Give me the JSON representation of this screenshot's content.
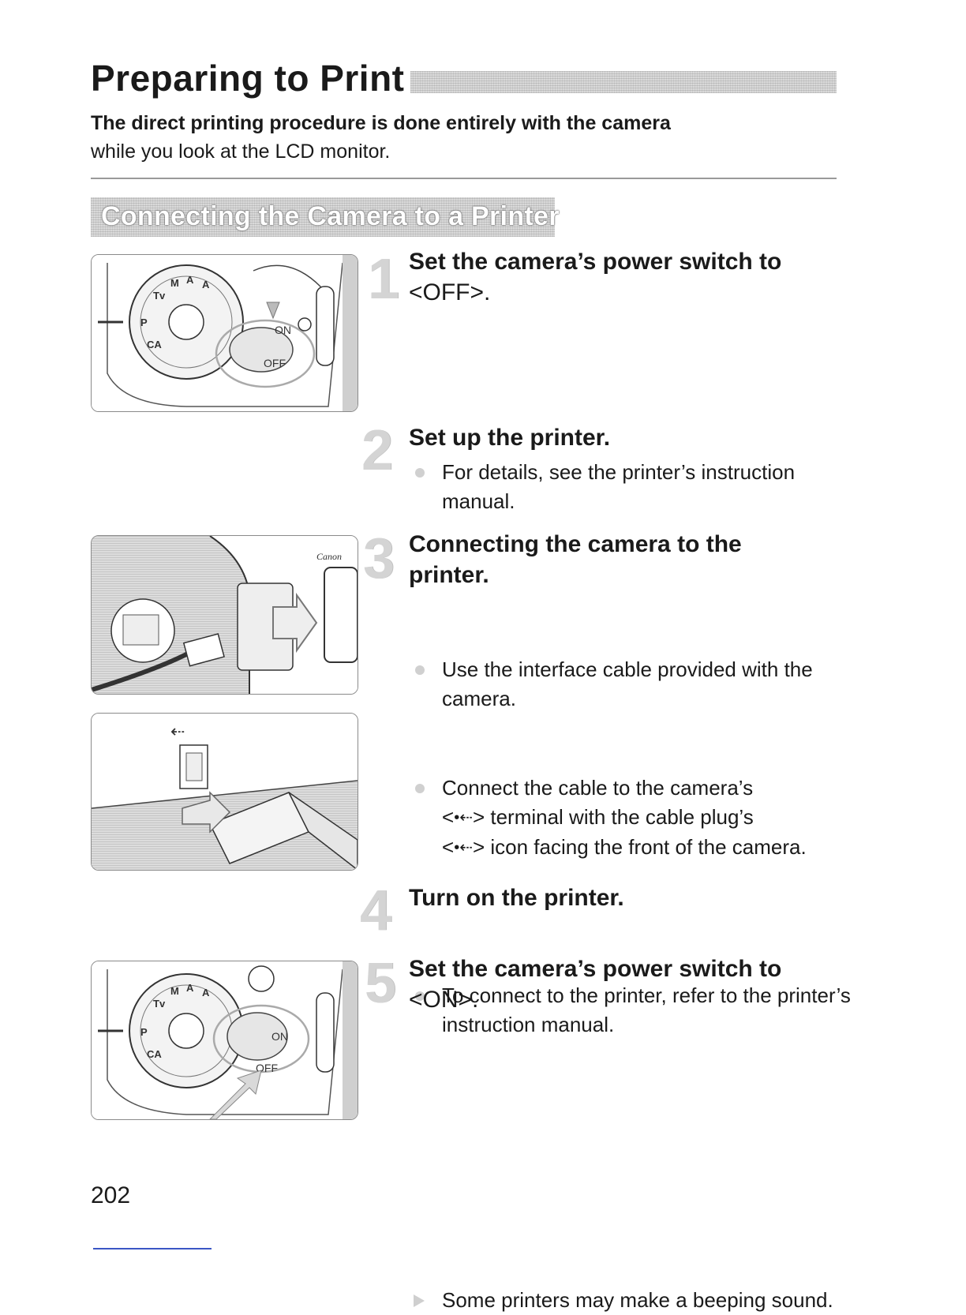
{
  "page": {
    "title": "Preparing to Print",
    "intro_bold": "The direct printing procedure is done entirely with the camera",
    "intro_regular": "while you look at the LCD monitor.",
    "section_title": "Connecting the Camera to a Printer",
    "page_number": "202"
  },
  "steps": [
    {
      "number": "1",
      "heading": "Set the camera’s power switch to",
      "heading_sub": "<OFF>."
    },
    {
      "number": "2",
      "heading": "Set up the printer.",
      "bullets": [
        "For details, see the printer’s instruction manual."
      ]
    },
    {
      "number": "3",
      "heading": "Connecting the camera to the printer.",
      "bullets": [
        "Use the interface cable provided with the camera.",
        "Connect the cable to the camera’s",
        "> terminal with the cable plug’s",
        "> icon facing the front of the camera.",
        "To connect to the printer, refer to the printer’s instruction manual."
      ]
    },
    {
      "number": "4",
      "heading": "Turn on the printer."
    },
    {
      "number": "5",
      "heading": "Set the camera’s power switch to",
      "heading_sub": "<ON>.",
      "bullets": [
        "Some printers may make a beeping sound."
      ]
    }
  ],
  "figures": {
    "dial_on_label": "ON",
    "dial_off_label": "OFF",
    "brand_label": "Canon"
  },
  "icons": [
    "usb-terminal-icon",
    "bullet-circle-icon",
    "result-arrow-icon"
  ]
}
